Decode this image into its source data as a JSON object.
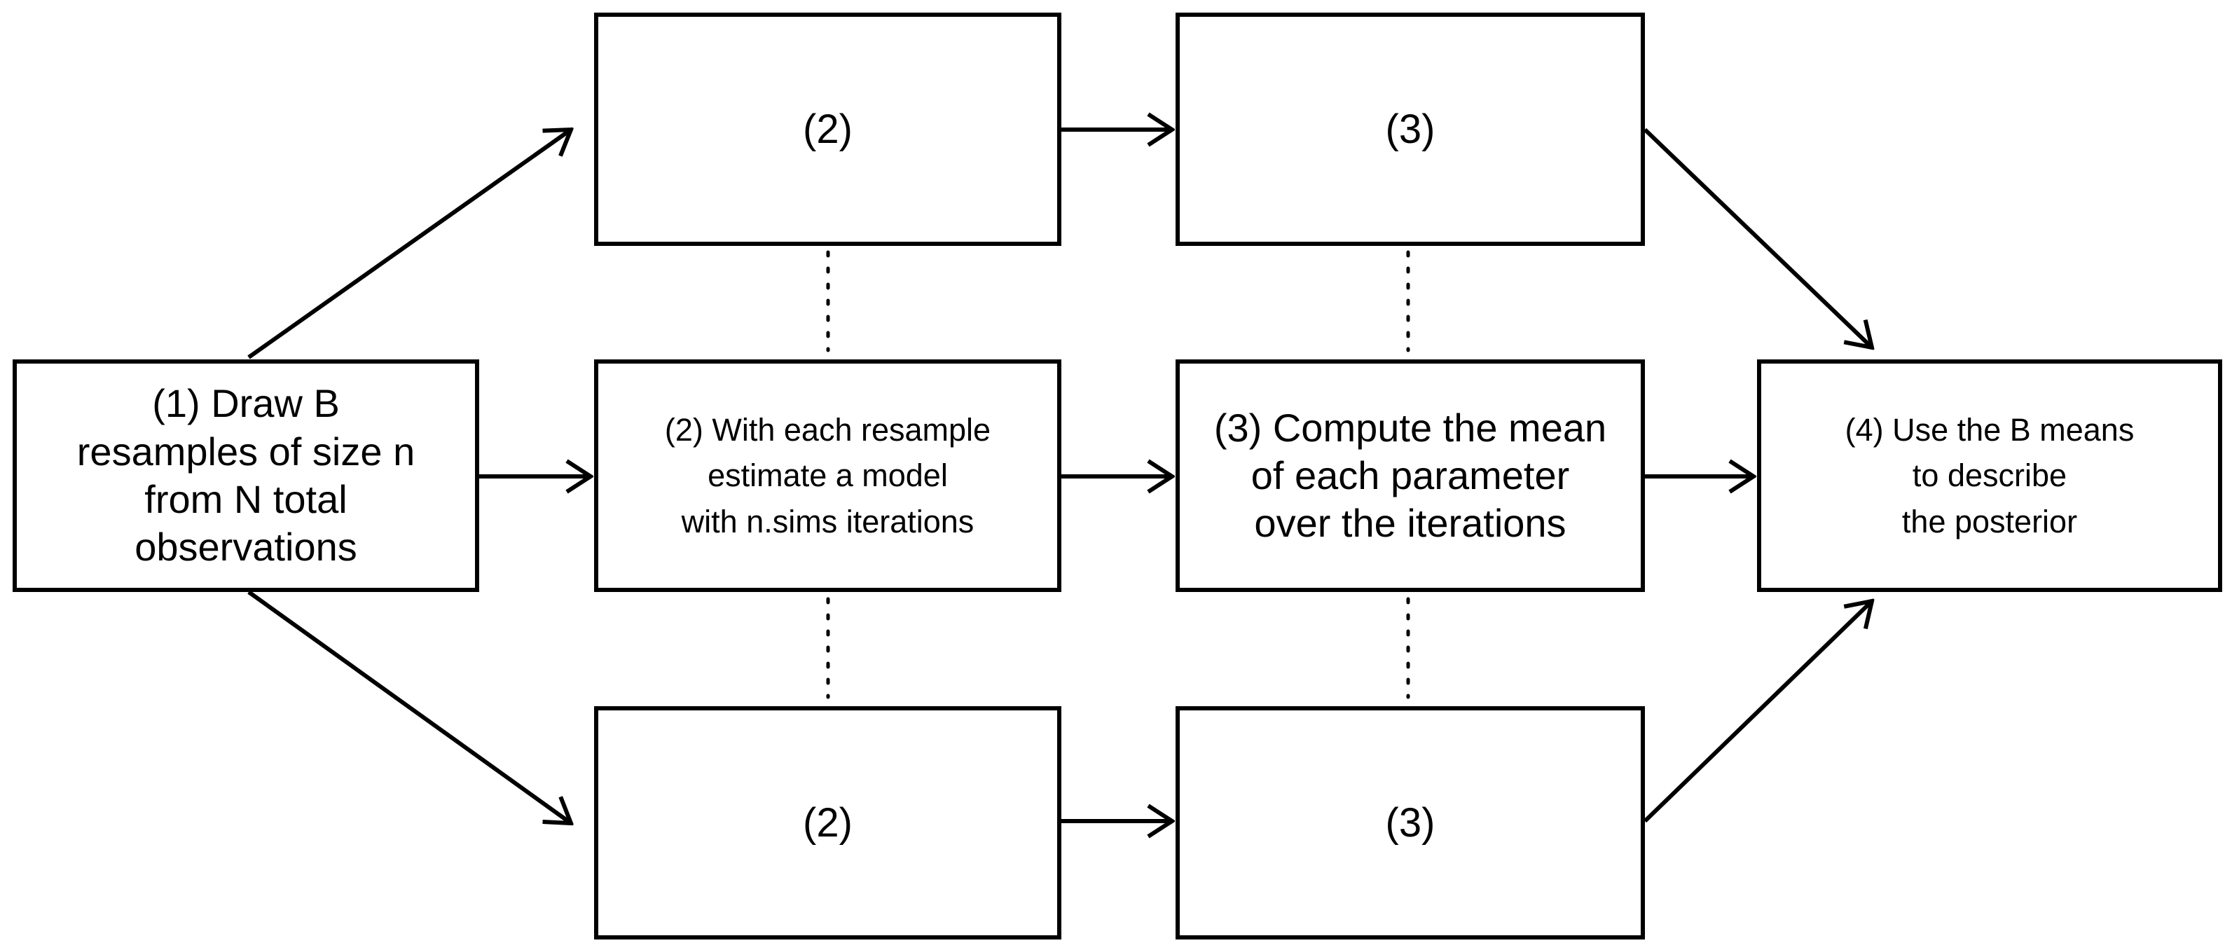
{
  "nodes": {
    "step1": "(1) Draw B\nresamples of size n\nfrom N total\nobservations",
    "step2_top": "(2)",
    "step2_mid": "(2) With each resample\nestimate a model\nwith n.sims iterations",
    "step2_bot": "(2)",
    "step3_top": "(3)",
    "step3_mid": "(3) Compute the mean\nof each parameter\nover the iterations",
    "step3_bot": "(3)",
    "step4": "(4) Use the B means\nto describe\nthe posterior"
  },
  "colors": {
    "stroke": "#000000",
    "background": "#ffffff"
  }
}
